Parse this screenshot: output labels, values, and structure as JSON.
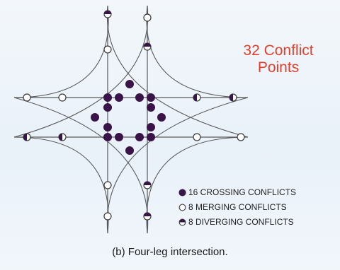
{
  "title": {
    "line1": "32 Conflict",
    "line2": "Points"
  },
  "legend": [
    {
      "marker": "filled-circle",
      "text": "16 CROSSING CONFLICTS"
    },
    {
      "marker": "open-circle",
      "text": "8 MERGING CONFLICTS"
    },
    {
      "marker": "half-filled-circle",
      "text": "8 DIVERGING CONFLICTS"
    }
  ],
  "caption": "(b) Four-leg intersection.",
  "counts": {
    "crossing": 16,
    "merging": 8,
    "diverging": 8
  },
  "colors": {
    "crossing": "#3a1448",
    "title": "#e0402b",
    "lines": "#555555"
  }
}
